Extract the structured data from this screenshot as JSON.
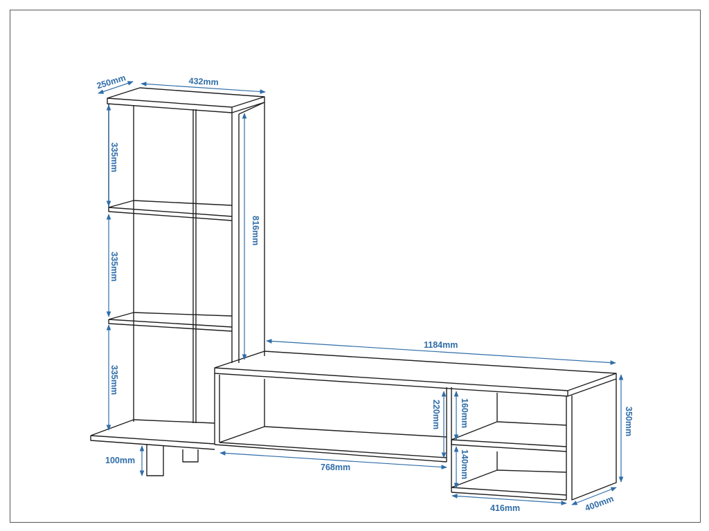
{
  "dimensions": {
    "depth_tower": "250mm",
    "width_tower": "432mm",
    "shelf_1": "335mm",
    "shelf_2": "335mm",
    "shelf_3": "335mm",
    "tower_height": "816mm",
    "tv_unit_width": "1184mm",
    "open_opening_height": "220mm",
    "upper_compartment": "160mm",
    "lower_compartment": "140mm",
    "unit_height": "350mm",
    "leg_height": "100mm",
    "open_opening_width": "768mm",
    "cabinet_width": "416mm",
    "unit_depth": "400mm"
  },
  "colors": {
    "line": "#1f1f1f",
    "dimension": "#2f6da8",
    "frame": "#555555"
  }
}
